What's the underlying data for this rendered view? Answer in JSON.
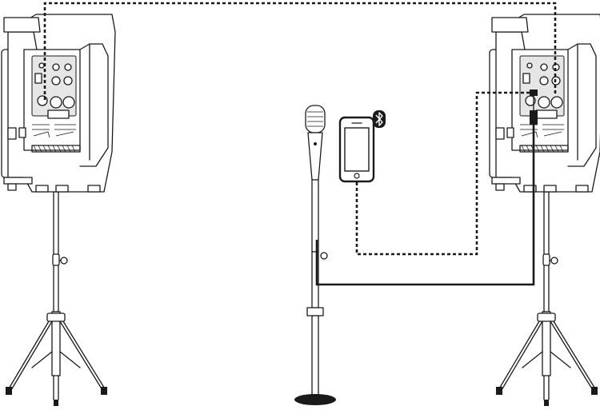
{
  "diagram": {
    "background": "#ffffff",
    "line_color": "#1a1a1a",
    "nodes": [
      {
        "id": "left-speaker",
        "icon": "pa-speaker-icon"
      },
      {
        "id": "right-speaker",
        "icon": "pa-speaker-icon"
      },
      {
        "id": "microphone",
        "icon": "microphone-icon"
      },
      {
        "id": "smartphone",
        "icon": "smartphone-icon"
      },
      {
        "id": "bluetooth",
        "icon": "bluetooth-icon"
      }
    ],
    "connections": [
      {
        "from": "left-speaker",
        "to": "right-speaker",
        "style": "dashed"
      },
      {
        "from": "smartphone",
        "to": "right-speaker",
        "style": "dashed"
      },
      {
        "from": "microphone",
        "to": "right-speaker",
        "style": "solid"
      }
    ]
  }
}
